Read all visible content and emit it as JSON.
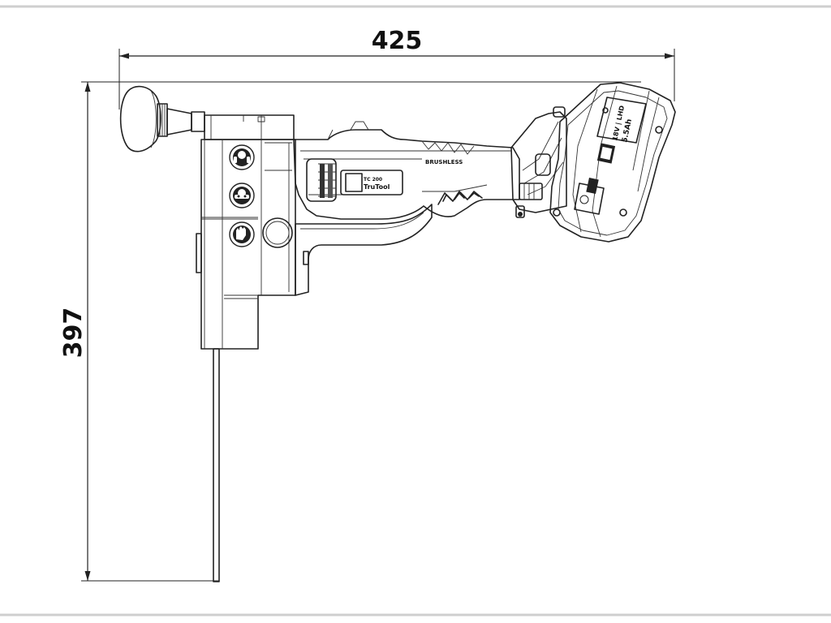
{
  "dimensions": {
    "width": {
      "value": "425"
    },
    "height": {
      "value": "397"
    }
  },
  "tool_labels": {
    "model": "TC 200",
    "brand": "TruTool",
    "motor": "BRUSHLESS",
    "battery_voltage": "18V | LHD",
    "battery_capacity": "5.5Ah"
  },
  "safety_icons": [
    "ear-protection-icon",
    "eye-protection-icon",
    "gloves-icon"
  ],
  "colors": {
    "line": "#222222",
    "frame_border": "#d0d0d0",
    "background": "#ffffff"
  }
}
